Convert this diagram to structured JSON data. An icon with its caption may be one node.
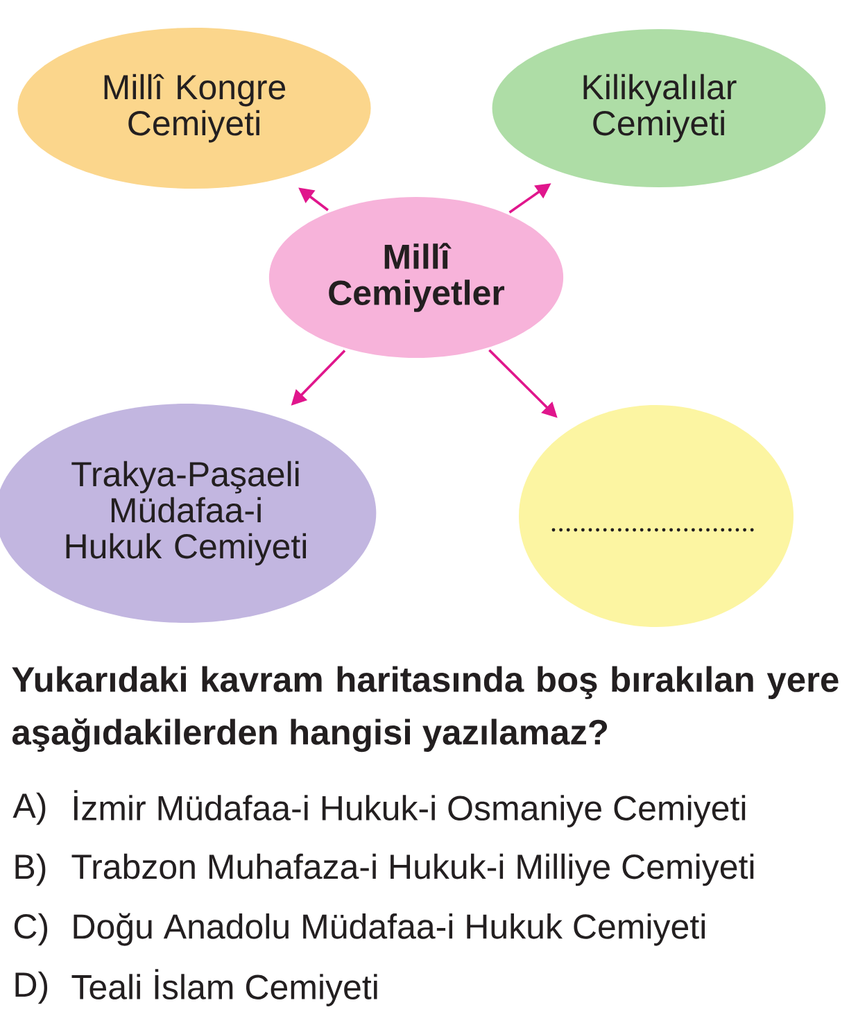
{
  "diagram": {
    "nodes": [
      {
        "text": [
          "Millî Cemiyetler"
        ]
      },
      {
        "text": [
          "Millî Kongre Cemiyeti"
        ]
      },
      {
        "text": [
          "Kilikyalılar Cemiyeti"
        ]
      },
      {
        "text": [
          "Trakya-Paşaeli Müdafaa-i Hukuk Cemiyeti"
        ]
      },
      {
        "text": [],
        "shape": "ellipse"
      }
    ],
    "edges": [
      {
        "from": 0,
        "to": 1,
        "arrow": "to",
        "color": "#e0168c"
      },
      {
        "from": 0,
        "to": 2,
        "arrow": "to",
        "color": "#e0168c"
      },
      {
        "from": 0,
        "to": 3,
        "arrow": "to",
        "color": "#e0168c"
      },
      {
        "from": 0,
        "to": 4,
        "arrow": "to",
        "color": "#e0168c"
      }
    ],
    "labels": [
      "Yukarıdaki kavram haritasında boş bırakılan yere aşağıdakilerden hangisi yazılamaz?",
      "A)",
      "İzmir Müdafaa-i Hukuk-i Osmaniye Cemiyeti",
      "B)",
      "Trabzon Muhafaza-i Hukuk-i Milliye Cemiyeti",
      "C)",
      "Doğu Anadolu Müdafaa-i Hukuk Cemiyeti",
      "D)",
      "Teali İslam Cemiyeti"
    ]
  }
}
